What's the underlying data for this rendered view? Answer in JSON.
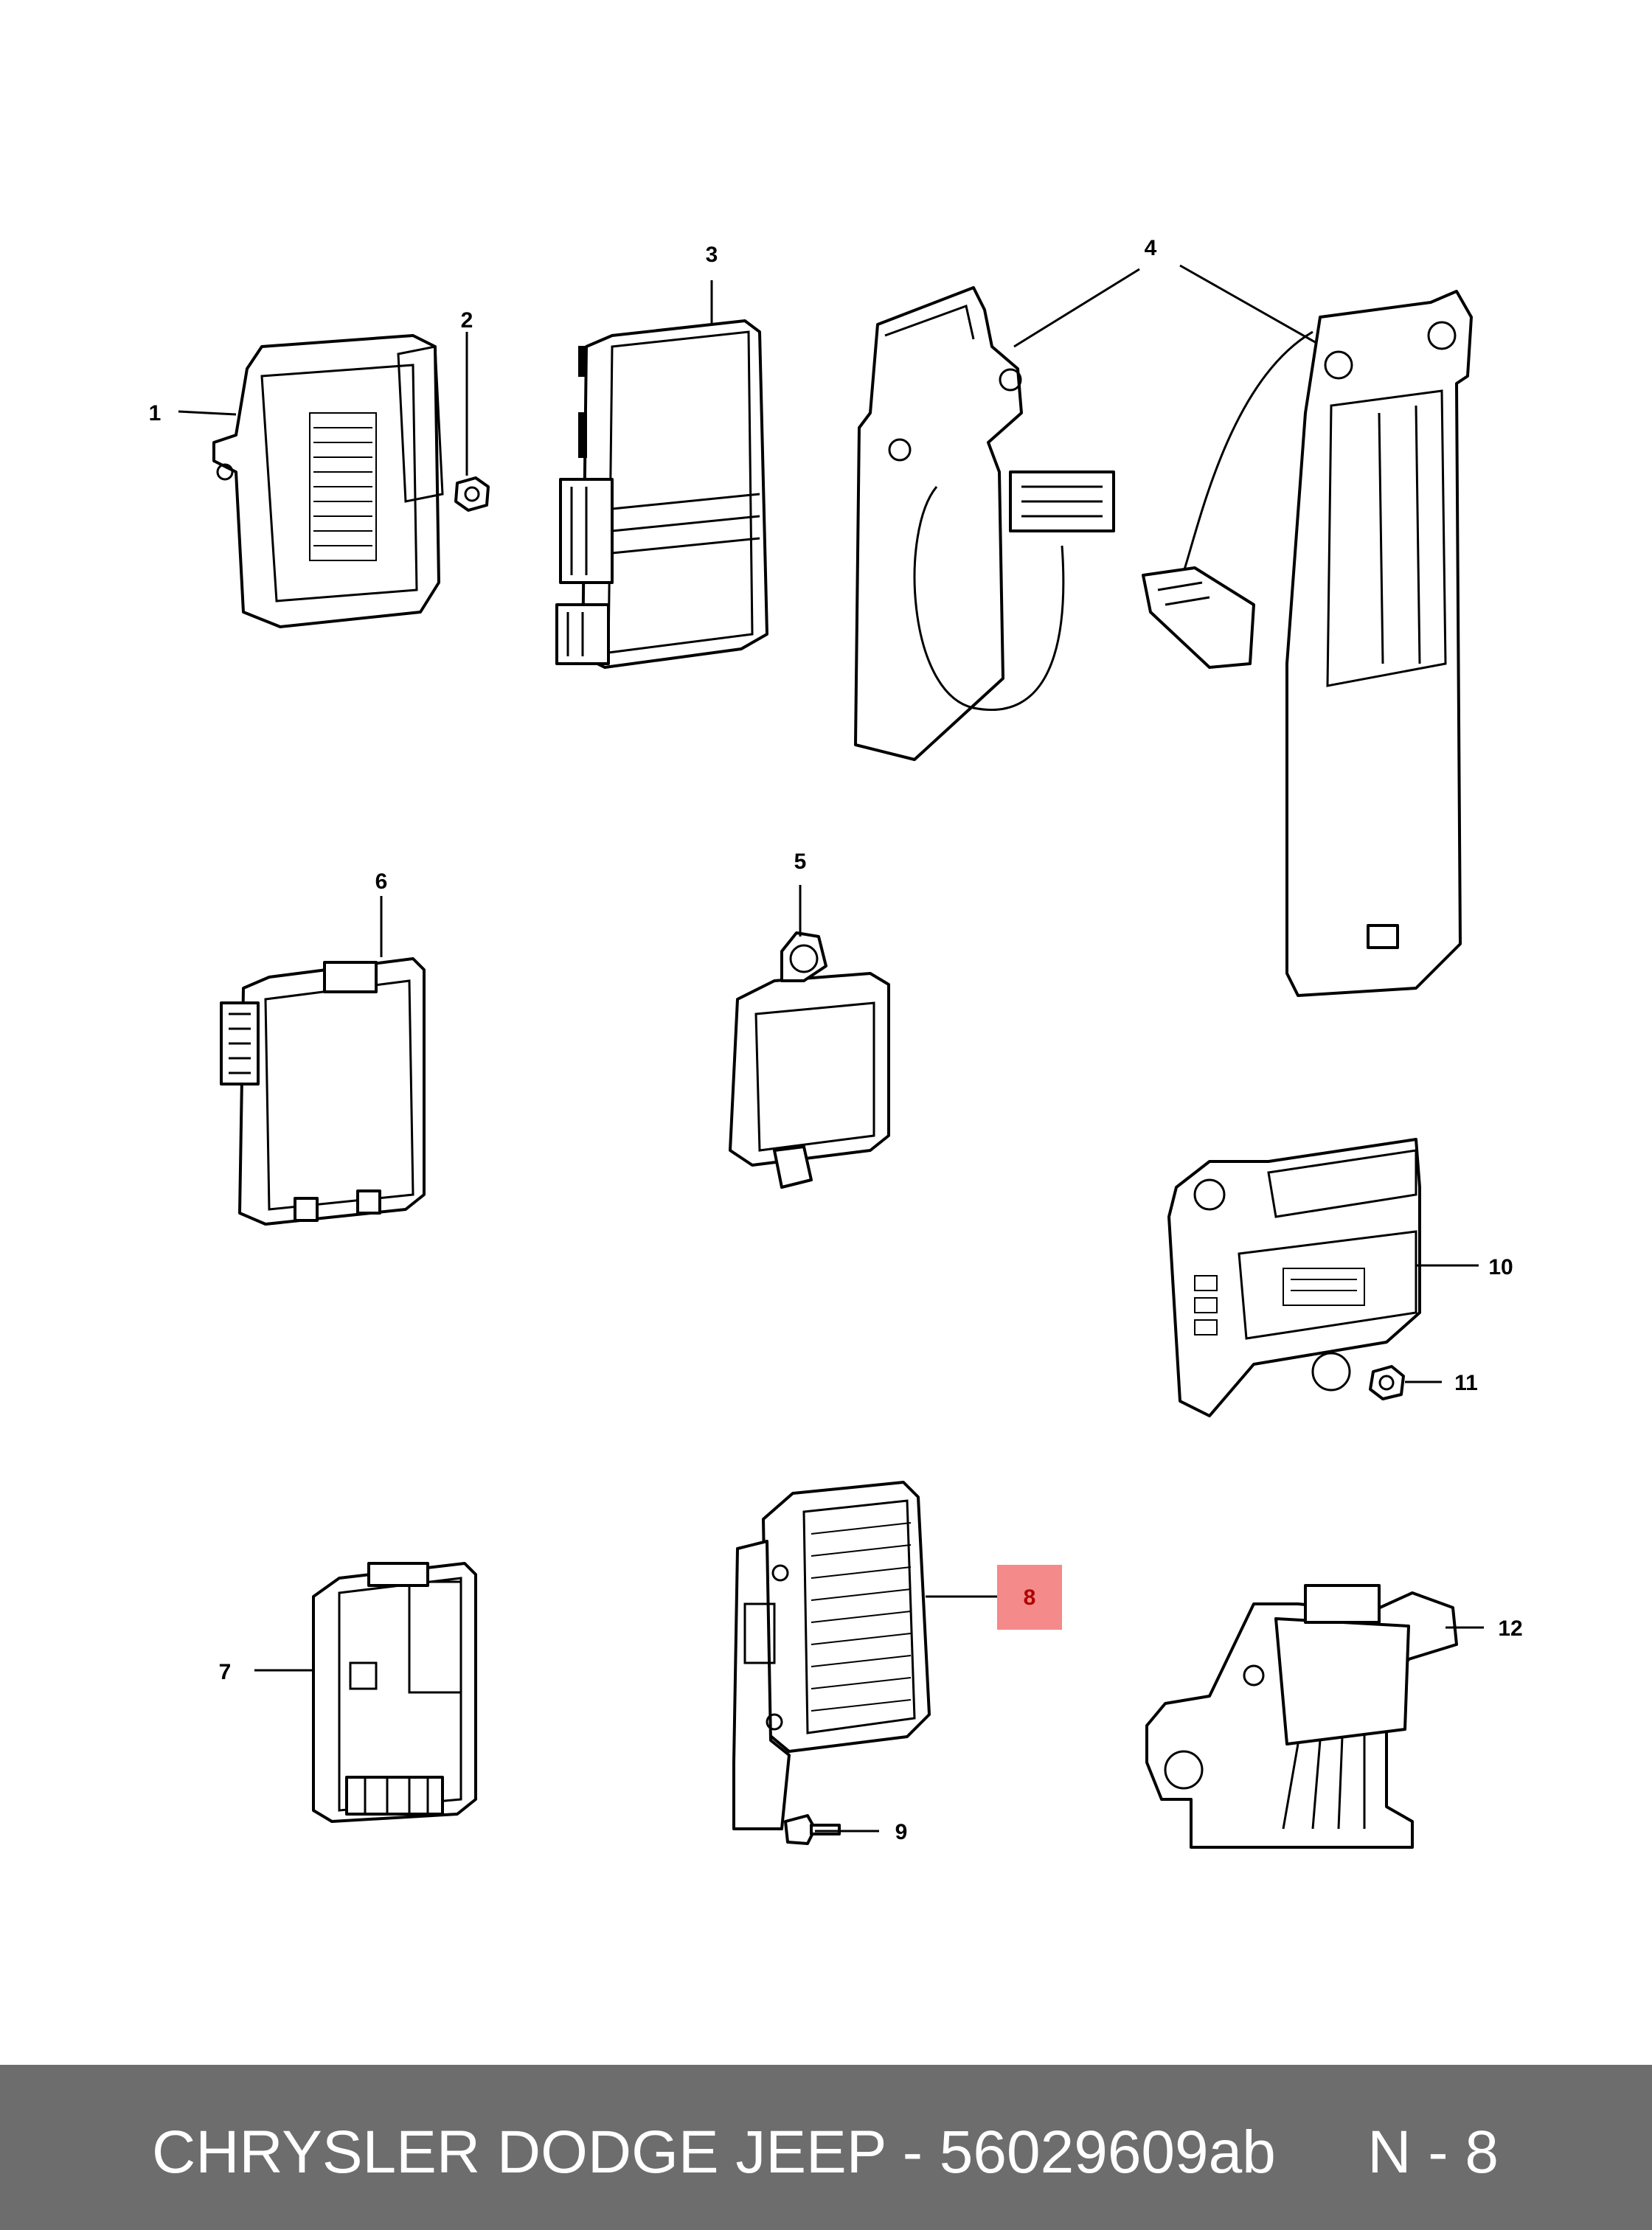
{
  "callouts": [
    {
      "id": "1",
      "label": "1",
      "highlighted": false
    },
    {
      "id": "2",
      "label": "2",
      "highlighted": false
    },
    {
      "id": "3",
      "label": "3",
      "highlighted": false
    },
    {
      "id": "4",
      "label": "4",
      "highlighted": false
    },
    {
      "id": "5",
      "label": "5",
      "highlighted": false
    },
    {
      "id": "6",
      "label": "6",
      "highlighted": false
    },
    {
      "id": "7",
      "label": "7",
      "highlighted": false
    },
    {
      "id": "8",
      "label": "8",
      "highlighted": true
    },
    {
      "id": "9",
      "label": "9",
      "highlighted": false
    },
    {
      "id": "10",
      "label": "10",
      "highlighted": false
    },
    {
      "id": "11",
      "label": "11",
      "highlighted": false
    },
    {
      "id": "12",
      "label": "12",
      "highlighted": false
    }
  ],
  "footer": {
    "brand_part": "CHRYSLER DODGE JEEP - 56029609ab",
    "diagram_ref": "N - 8"
  },
  "colors": {
    "footer_bg": "#6d6d6d",
    "footer_text": "#ffffff",
    "highlight": "#f48a8a",
    "line": "#000000"
  }
}
